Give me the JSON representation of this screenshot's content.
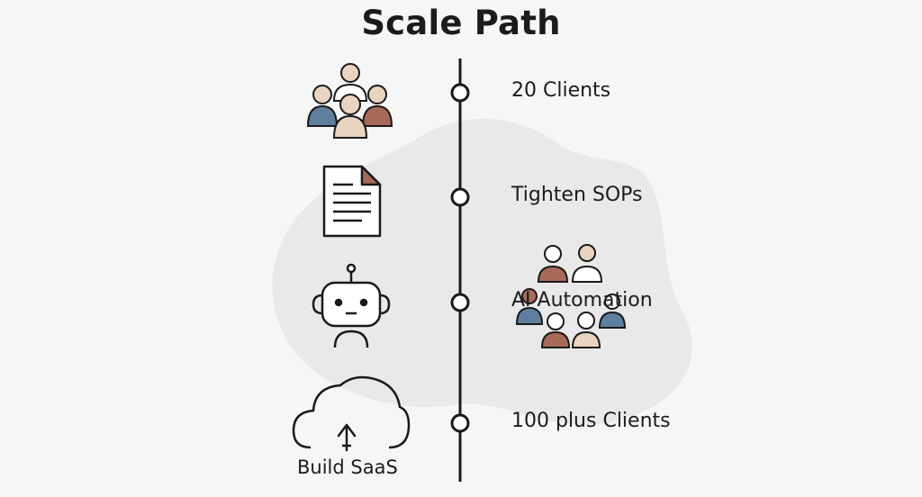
{
  "title": "Scale Path",
  "steps": [
    {
      "label": "20 Clients",
      "icon": "team-icon"
    },
    {
      "label": "Tighten SOPs",
      "icon": "document-icon"
    },
    {
      "label": "AI Automation",
      "icon": "robot-icon"
    },
    {
      "label": "100 plus Clients",
      "icon": "cloud-upload-icon"
    }
  ],
  "cloud_caption": "Build SaaS",
  "colors": {
    "line": "#1a1a1a",
    "blue": "#5e7f9e",
    "brown": "#a86a58",
    "beige": "#e9d3c1",
    "white": "#ffffff",
    "blob": "#e8e8e8"
  }
}
